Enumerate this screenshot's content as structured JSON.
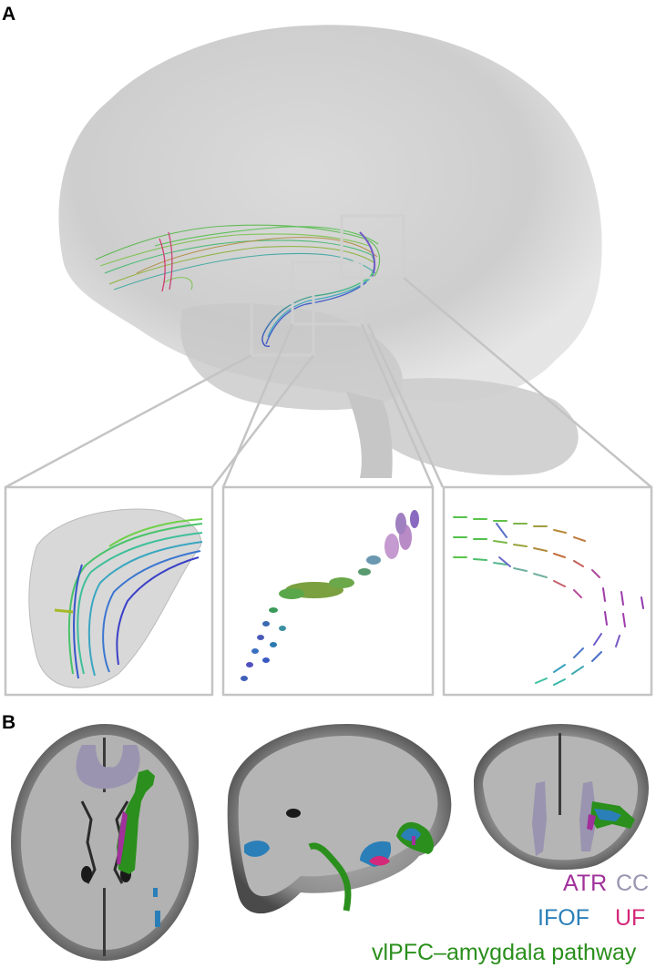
{
  "panels": {
    "a": {
      "letter": "A"
    },
    "b": {
      "letter": "B"
    }
  },
  "legend": {
    "items": [
      {
        "label": "ATR",
        "color": "#a0309a"
      },
      {
        "label": "CC",
        "color": "#9a94b0"
      },
      {
        "label": "IFOF",
        "color": "#2b7fb8"
      },
      {
        "label": "UF",
        "color": "#d4287a"
      },
      {
        "label": "vlPFC–amygdala pathway",
        "color": "#2a8f1c"
      }
    ]
  },
  "colors": {
    "brain_gray": "#cfcfcf",
    "box_stroke": "#c4c4c4",
    "mri_dark": "#2a2a2a",
    "cc": "#9a94b0",
    "atr": "#a0309a",
    "ifof": "#2b7fb8",
    "uf": "#d4287a",
    "vlpfc": "#2a8f1c"
  }
}
